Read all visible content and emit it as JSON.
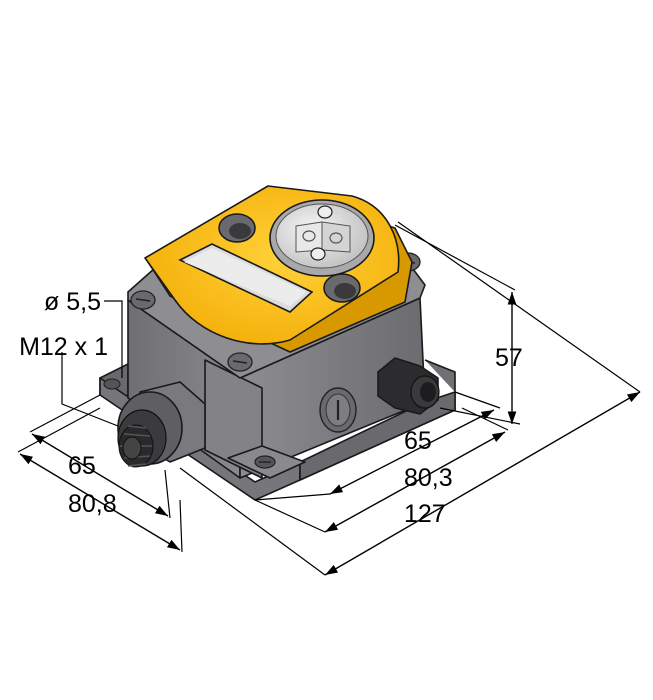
{
  "dimensions": {
    "hole_diameter": "ø 5,5",
    "thread": "M12 x 1",
    "left_inner": "65",
    "left_outer": "80,8",
    "right_inner": "65",
    "right_middle": "80,3",
    "right_outer": "127",
    "height": "57"
  },
  "colors": {
    "housing": "#7d7d80",
    "housing_dark": "#5e5e62",
    "housing_light": "#9a9a9d",
    "lid": "#f5b400",
    "lid_dark": "#d99a00",
    "window": "#d8d8d8"
  }
}
